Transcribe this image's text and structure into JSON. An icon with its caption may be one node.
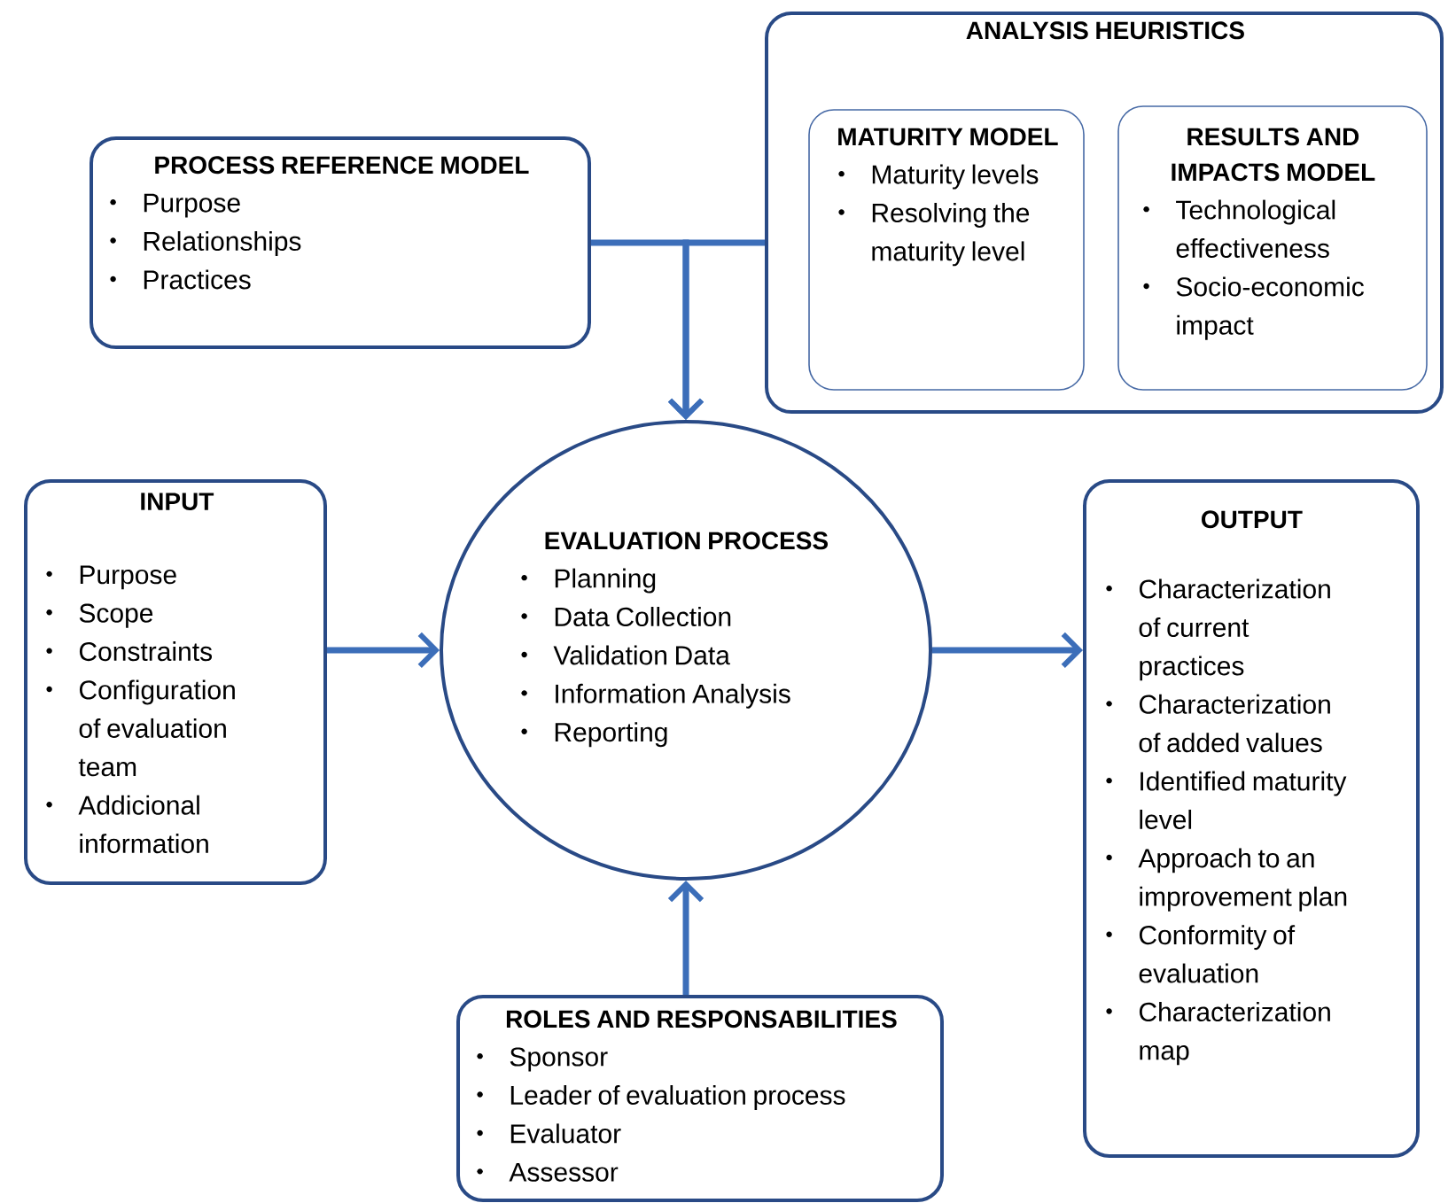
{
  "diagram": {
    "nodes": [
      {
        "text": [
          "PROCESS REFERENCE MODEL",
          "Purpose",
          "Relationships",
          "Practices"
        ]
      },
      {
        "text": [
          "ANALYSIS HEURISTICS"
        ]
      },
      {
        "text": [
          "MATURITY MODEL",
          "Maturity levels",
          "Resolving the maturity level"
        ],
        "in": 1
      },
      {
        "text": [
          "RESULTS AND IMPACTS MODEL",
          "Technological effectiveness",
          "Socio-economic impact"
        ],
        "in": 1
      },
      {
        "text": [
          "INPUT",
          "Purpose",
          "Scope",
          "Constraints",
          "Configuration of evaluation team",
          "Addicional information"
        ]
      },
      {
        "text": [
          "EVALUATION PROCESS",
          "Planning",
          "Data Collection",
          "Validation Data",
          "Information Analysis",
          "Reporting"
        ]
      },
      {
        "text": [
          "OUTPUT",
          "Characterization of current practices",
          "Characterization of added values",
          "Identified maturity level",
          "Approach to an improvement plan",
          "Conformity of evaluation",
          "Characterization map"
        ]
      },
      {
        "text": [
          "ROLES AND RESPONSABILITIES",
          "Sponsor",
          "Leader of evaluation process",
          "Evaluator",
          "Assessor"
        ]
      }
    ],
    "edges": [
      {
        "from": 0,
        "to": 5,
        "arrow": "to"
      },
      {
        "from": 1,
        "to": 5,
        "arrow": "to"
      },
      {
        "from": 4,
        "to": 5,
        "arrow": "to"
      },
      {
        "from": 5,
        "to": 6,
        "arrow": "to"
      },
      {
        "from": 7,
        "to": 5,
        "arrow": "to"
      }
    ]
  }
}
